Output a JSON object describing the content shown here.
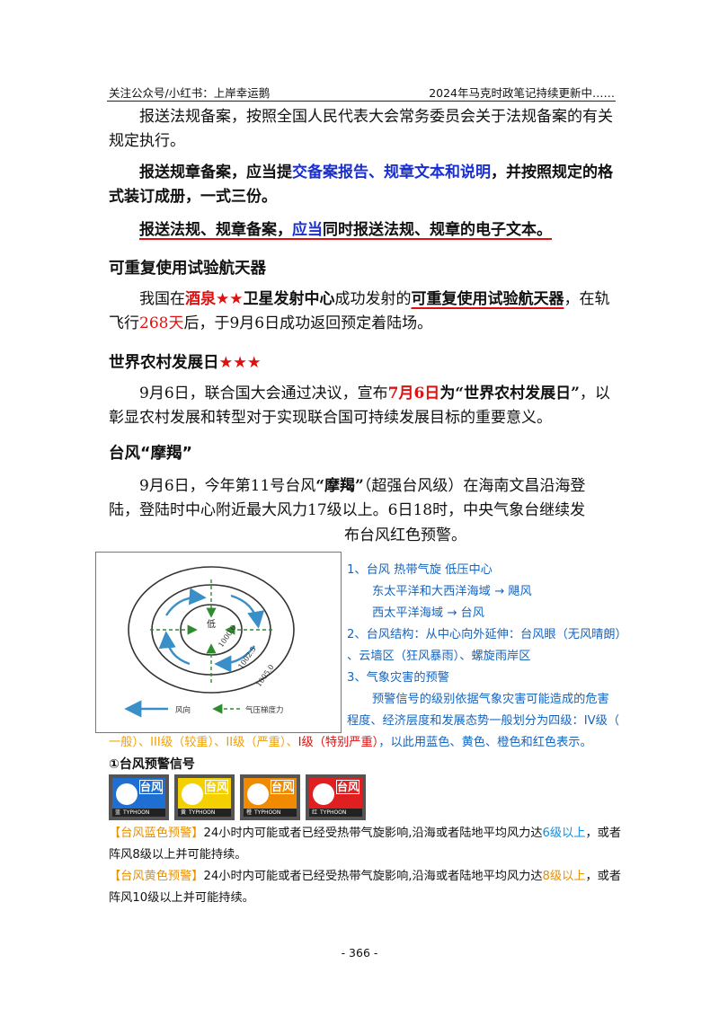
{
  "header": {
    "left": "关注公众号/小红书：上岸幸运鹅",
    "right": "2024年马克时政笔记持续更新中……"
  },
  "p1": "报送法规备案，按照全国人民代表大会常务委员会关于法规备案的有关规定执行。",
  "p2": {
    "a": "报送规章备案，应当提",
    "b": "交备案报告、规章文本和说明",
    "c": "，并按照规定的格式装订成册，一式三份。"
  },
  "p3": {
    "a": "报送法规、规章备案，",
    "b": "应当",
    "c": "同时报送法规、规章的电子文本。"
  },
  "h1": "可重复使用试验航天器",
  "p4": {
    "a": "我国在",
    "b": "酒泉",
    "stars": "★★",
    "c": "卫星发射中心",
    "d": "成功发射的",
    "e": "可重复使用试验航天器",
    "f": "，在轨飞行",
    "g": "268天",
    "h": "后，于9月6日成功返回预定着陆场。"
  },
  "h2": {
    "text": "世界农村发展日",
    "stars": "★★★"
  },
  "p5": {
    "a": "9月6日，联合国大会通过决议，宣布",
    "b": "7月6日",
    "c": "为“世界农村发展日”",
    "d": "，以彰显农村发展和转型对于实现联合国可持续发展目标的重要意义。"
  },
  "h3": "台风“摩羯”",
  "p6": {
    "a": "9月6日，今年第11号台风",
    "b": "“摩羯”",
    "c": "（超强台风级）在海南文昌沿海登陆，登陆时中心附近最大风力17级以上。6日18时，中央气象台继续发",
    "d": "布台风红色预警。"
  },
  "diagram": {
    "low": "低",
    "iso1": "1000.0",
    "iso2": "1002.5",
    "iso3": "1005.0",
    "legend_wind": "风向",
    "legend_pressure": "气压梯度力"
  },
  "list": {
    "l1": "1、台风  热带气旋 低压中心",
    "l2": "东太平洋和大西洋海域 → 飓风",
    "l3": "西太平洋海域 → 台风",
    "l4": "2、台风结构：从中心向外延伸：台风眼（无风晴朗）",
    "l5": "、云墙区（狂风暴雨）、螺旋雨岸区",
    "l6": "3、气象灾害的预警",
    "l7": "预警信号的级别依据气象灾害可能造成的危害",
    "l8": "程度、经济层度和发展态势一般划分为四级：IV级（",
    "l9a": "一般）、III级（较重）、",
    "l9b": "II级（严重）、",
    "l9c": "I级（特别严重）",
    "l9d": "，以此用蓝色、黄色、橙色和红色表示。"
  },
  "signals": {
    "title": "①台风预警信号",
    "badges": [
      {
        "label": "台风",
        "level": "蓝",
        "foot": "TYPHOON",
        "color": "#1e6fd1",
        "circle": "#1e6fd1"
      },
      {
        "label": "台风",
        "level": "黄",
        "foot": "TYPHOON",
        "color": "#f5d000",
        "circle": "#f5d000"
      },
      {
        "label": "台风",
        "level": "橙",
        "foot": "TYPHOON",
        "color": "#f08a00",
        "circle": "#f08a00"
      },
      {
        "label": "台风",
        "level": "红",
        "foot": "TYPHOON",
        "color": "#e02020",
        "circle": "#e02020"
      }
    ],
    "blue_tag": "【台风蓝色预警】",
    "blue_a": "24小时内可能或者已经受热带气旋影响,沿海或者陆地平均风力达",
    "blue_b": "6级以上",
    "blue_c": "，或者",
    "blue_d": "阵风8级以上并可能持续。",
    "yel_tag": "【台风黄色预警】",
    "yel_a": "24小时内可能或者已经受热带气旋影响,沿海或者陆地平均风力达",
    "yel_b": "8级以上",
    "yel_c": "，或者",
    "yel_d": "阵风10级以上并可能持续。"
  },
  "page_number": "- 366 -"
}
